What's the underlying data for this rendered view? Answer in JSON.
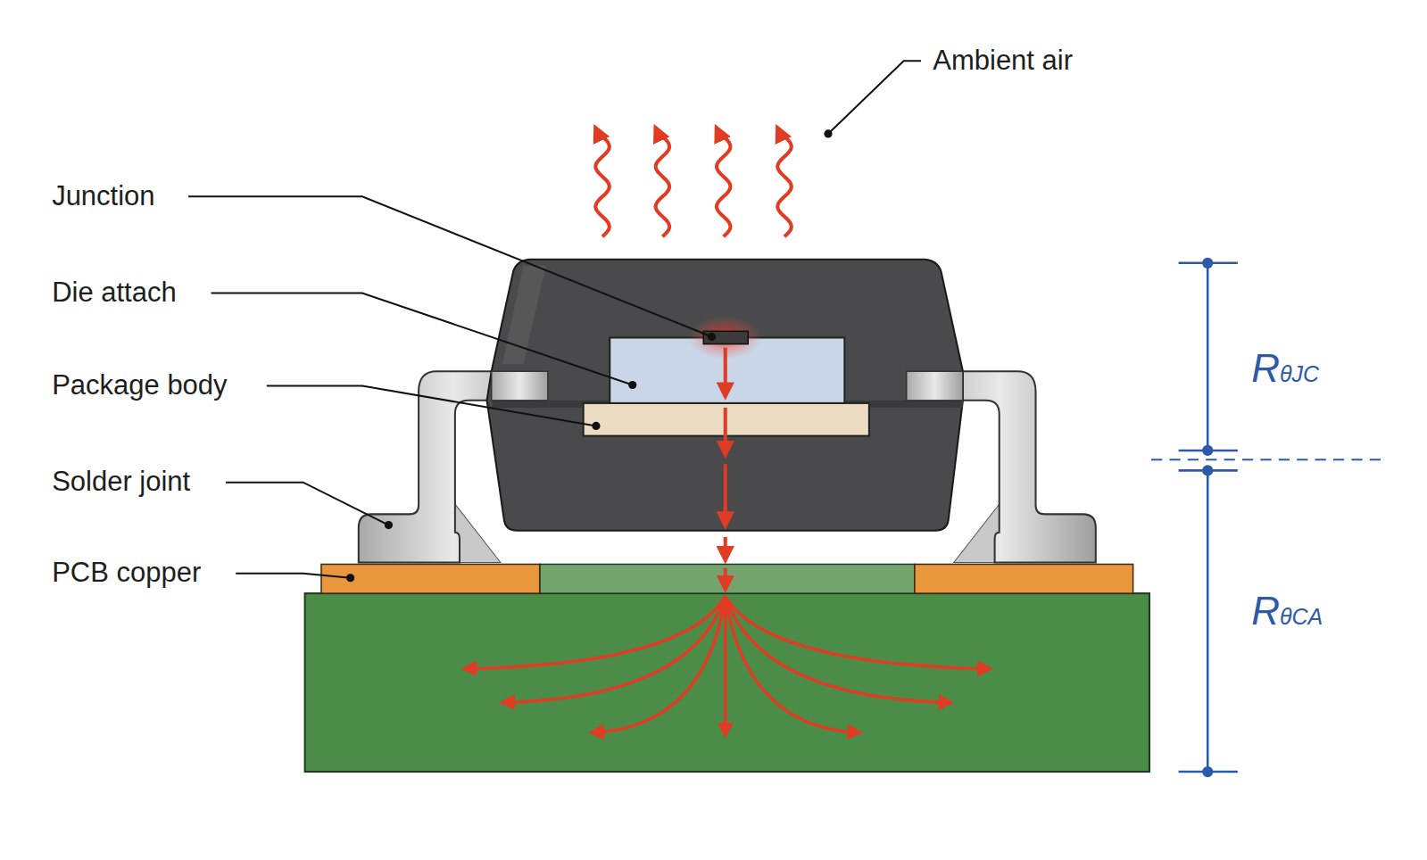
{
  "diagram": {
    "labels": [
      "Ambient air",
      "Junction",
      "Die attach",
      "Package body",
      "Solder joint",
      "PCB copper",
      "RθJC",
      "RθCA"
    ]
  }
}
